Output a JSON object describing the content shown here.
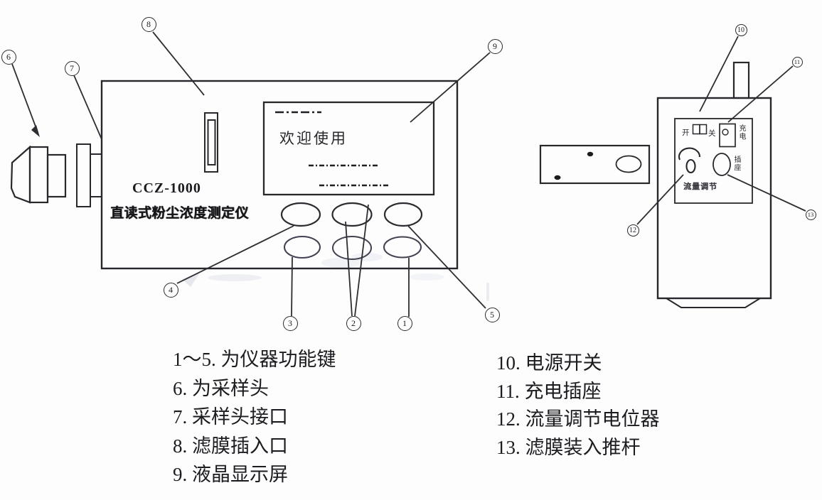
{
  "main_device": {
    "model": "CCZ-1000",
    "name": "直读式粉尘浓度测定仪",
    "lcd_message": "欢迎使用"
  },
  "pump_unit": {
    "power_on": "开",
    "power_off": "关",
    "charge": "充电",
    "socket": "插座",
    "flow_adjust": "流量调节"
  },
  "callouts": {
    "n1": "1",
    "n2": "2",
    "n3": "3",
    "n4": "4",
    "n5": "5",
    "n6": "6",
    "n7": "7",
    "n8": "8",
    "n9": "9",
    "n10": "10",
    "n11": "11",
    "n12": "12",
    "n13": "13"
  },
  "legend": {
    "left": [
      "1～5. 为仪器功能键",
      "6. 为采样头",
      "7. 采样头接口",
      "8. 滤膜插入口",
      "9. 液晶显示屏"
    ],
    "right": [
      "10. 电源开关",
      "11. 充电插座",
      "12. 流量调节电位器",
      "13. 滤膜装入推杆"
    ]
  },
  "colors": {
    "ink": "#28282c",
    "paper": "#fdfdfe"
  }
}
